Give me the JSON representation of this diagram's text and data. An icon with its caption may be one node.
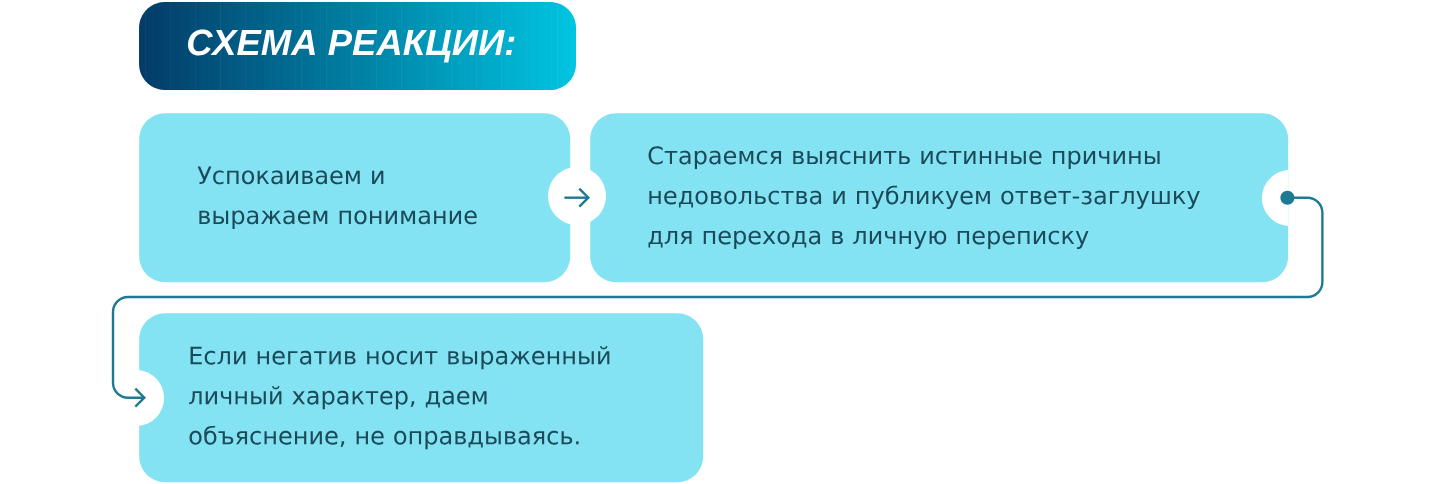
{
  "diagram": {
    "title": "СХЕМА РЕАКЦИИ:",
    "nodes": [
      {
        "text": [
          "Успокаиваем и выражаем понимание"
        ]
      },
      {
        "text": [
          "Стараемся выяснить истинные причины недовольства и публикуем ответ-заглушку для перехода в личную переписку"
        ]
      },
      {
        "text": [
          "Если негатив носит выраженный личный характер, даем объяснение, не оправдываясь."
        ]
      }
    ],
    "edges": [
      {
        "from": 0,
        "to": 1,
        "arrow": "to"
      },
      {
        "from": 1,
        "to": 2,
        "arrow": "to"
      }
    ]
  }
}
